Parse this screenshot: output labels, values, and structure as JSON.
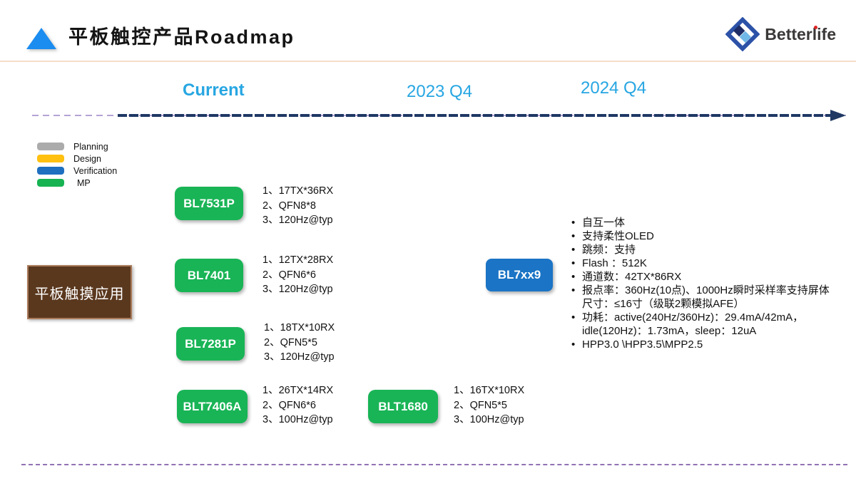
{
  "slide": {
    "title": "平板触控产品Roadmap",
    "brand": "Betterlife"
  },
  "timeline": {
    "columns": [
      {
        "label": "Current"
      },
      {
        "label": "2023 Q4"
      },
      {
        "label": "2024 Q4"
      }
    ],
    "arrow_color": "#1f3864",
    "dash_color": "#9b84c9"
  },
  "legend": {
    "items": [
      {
        "label": "Planning",
        "color": "#ababab"
      },
      {
        "label": "Design",
        "color": "#ffc010"
      },
      {
        "label": "Verification",
        "color": "#1e6fc0"
      },
      {
        "label": "MP",
        "color": "#17b353"
      }
    ]
  },
  "category": {
    "label": "平板触摸应用",
    "color": "#5a381e"
  },
  "products": [
    {
      "name": "BL7531P",
      "stage": "MP",
      "color": "#19b456",
      "specs": [
        "1、17TX*36RX",
        "2、QFN8*8",
        "3、120Hz@typ"
      ]
    },
    {
      "name": "BL7401",
      "stage": "MP",
      "color": "#19b456",
      "specs": [
        "1、12TX*28RX",
        "2、QFN6*6",
        "3、120Hz@typ"
      ]
    },
    {
      "name": "BL7281P",
      "stage": "MP",
      "color": "#19b456",
      "specs": [
        "1、18TX*10RX",
        "2、QFN5*5",
        "3、120Hz@typ"
      ]
    },
    {
      "name": "BLT7406A",
      "stage": "MP",
      "color": "#19b456",
      "specs": [
        "1、26TX*14RX",
        "2、QFN6*6",
        "3、100Hz@typ"
      ]
    },
    {
      "name": "BLT1680",
      "stage": "MP",
      "color": "#19b456",
      "specs": [
        "1、16TX*10RX",
        "2、QFN5*5",
        "3、100Hz@typ"
      ]
    },
    {
      "name": "BL7xx9",
      "stage": "Verification",
      "color": "#1b74c5",
      "bullets": [
        [
          "自互一体"
        ],
        [
          "支持柔性OLED"
        ],
        [
          "跳频：支持"
        ],
        [
          "Flash ：512K"
        ],
        [
          "通道数：42TX*86RX"
        ],
        [
          "报点率：360Hz(10点)、1000Hz瞬时采样率支持屏体",
          "尺寸：≤16寸（级联2颗模拟AFE）"
        ],
        [
          "功耗：active(240Hz/360Hz)：29.4mA/42mA，",
          "idle(120Hz)：1.73mA，sleep：12uA"
        ],
        [
          "HPP3.0 \\HPP3.5\\MPP2.5"
        ]
      ]
    }
  ]
}
